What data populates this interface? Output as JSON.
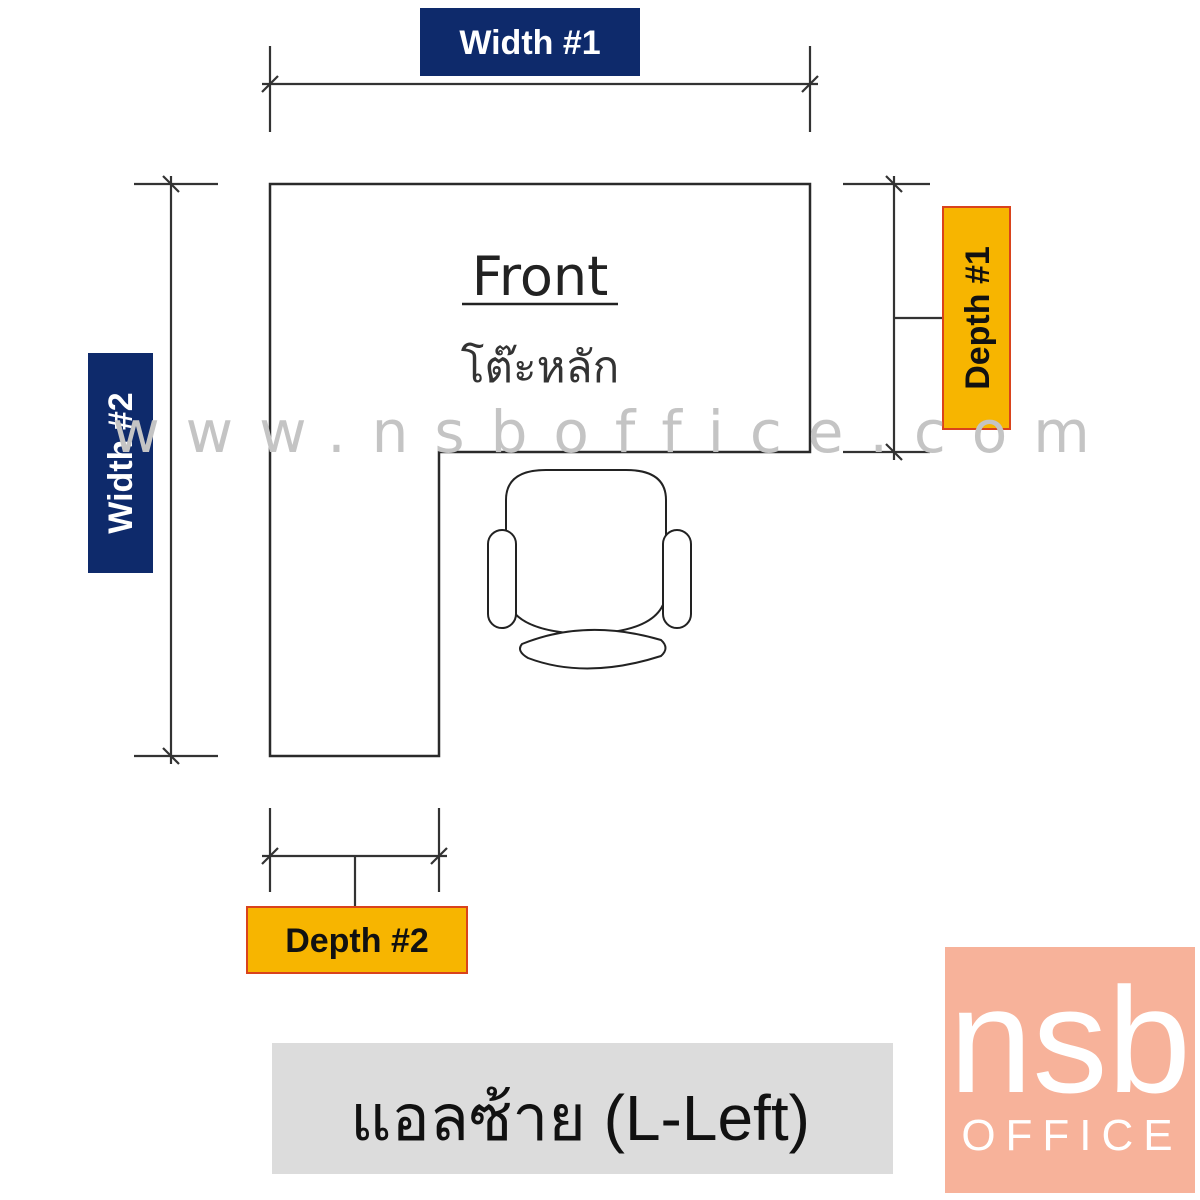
{
  "labels": {
    "width1": "Width #1",
    "width2": "Width #2",
    "depth1": "Depth #1",
    "depth2": "Depth #2"
  },
  "desk": {
    "front": "Front",
    "main_desk": "โต๊ะหลัก"
  },
  "watermark": "www.nsboffice.com",
  "caption": "แอลซ้าย (L-Left)",
  "logo": {
    "brand": "nsb",
    "sub": "OFFICE"
  },
  "colors": {
    "navy": "#0e2a6b",
    "amber": "#f7b500",
    "amber_border": "#d9431c",
    "caption_bg": "#dcdcdc",
    "logo_bg": "#f7b29a"
  },
  "icons": {
    "chair": "office-chair-icon"
  }
}
